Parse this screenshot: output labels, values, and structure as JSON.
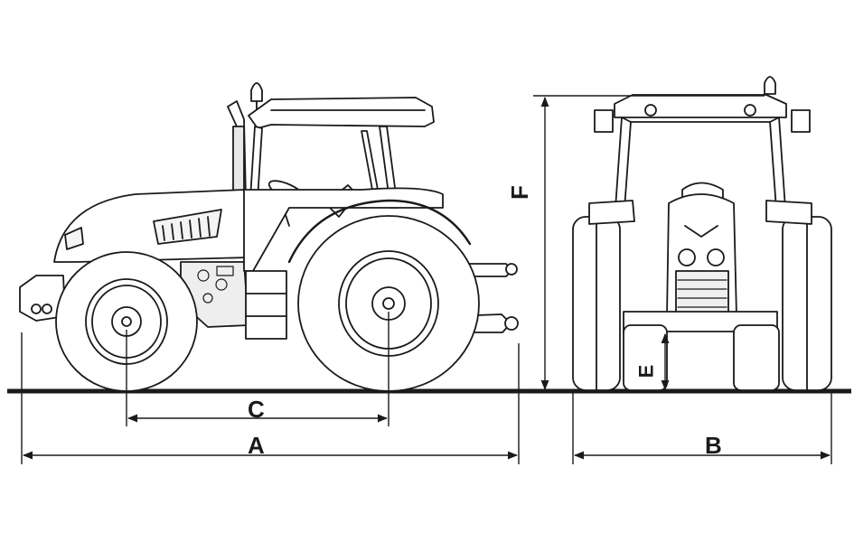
{
  "diagram": {
    "dimension_labels": {
      "a": "A",
      "b": "B",
      "c": "C",
      "e": "E",
      "f": "F"
    }
  }
}
